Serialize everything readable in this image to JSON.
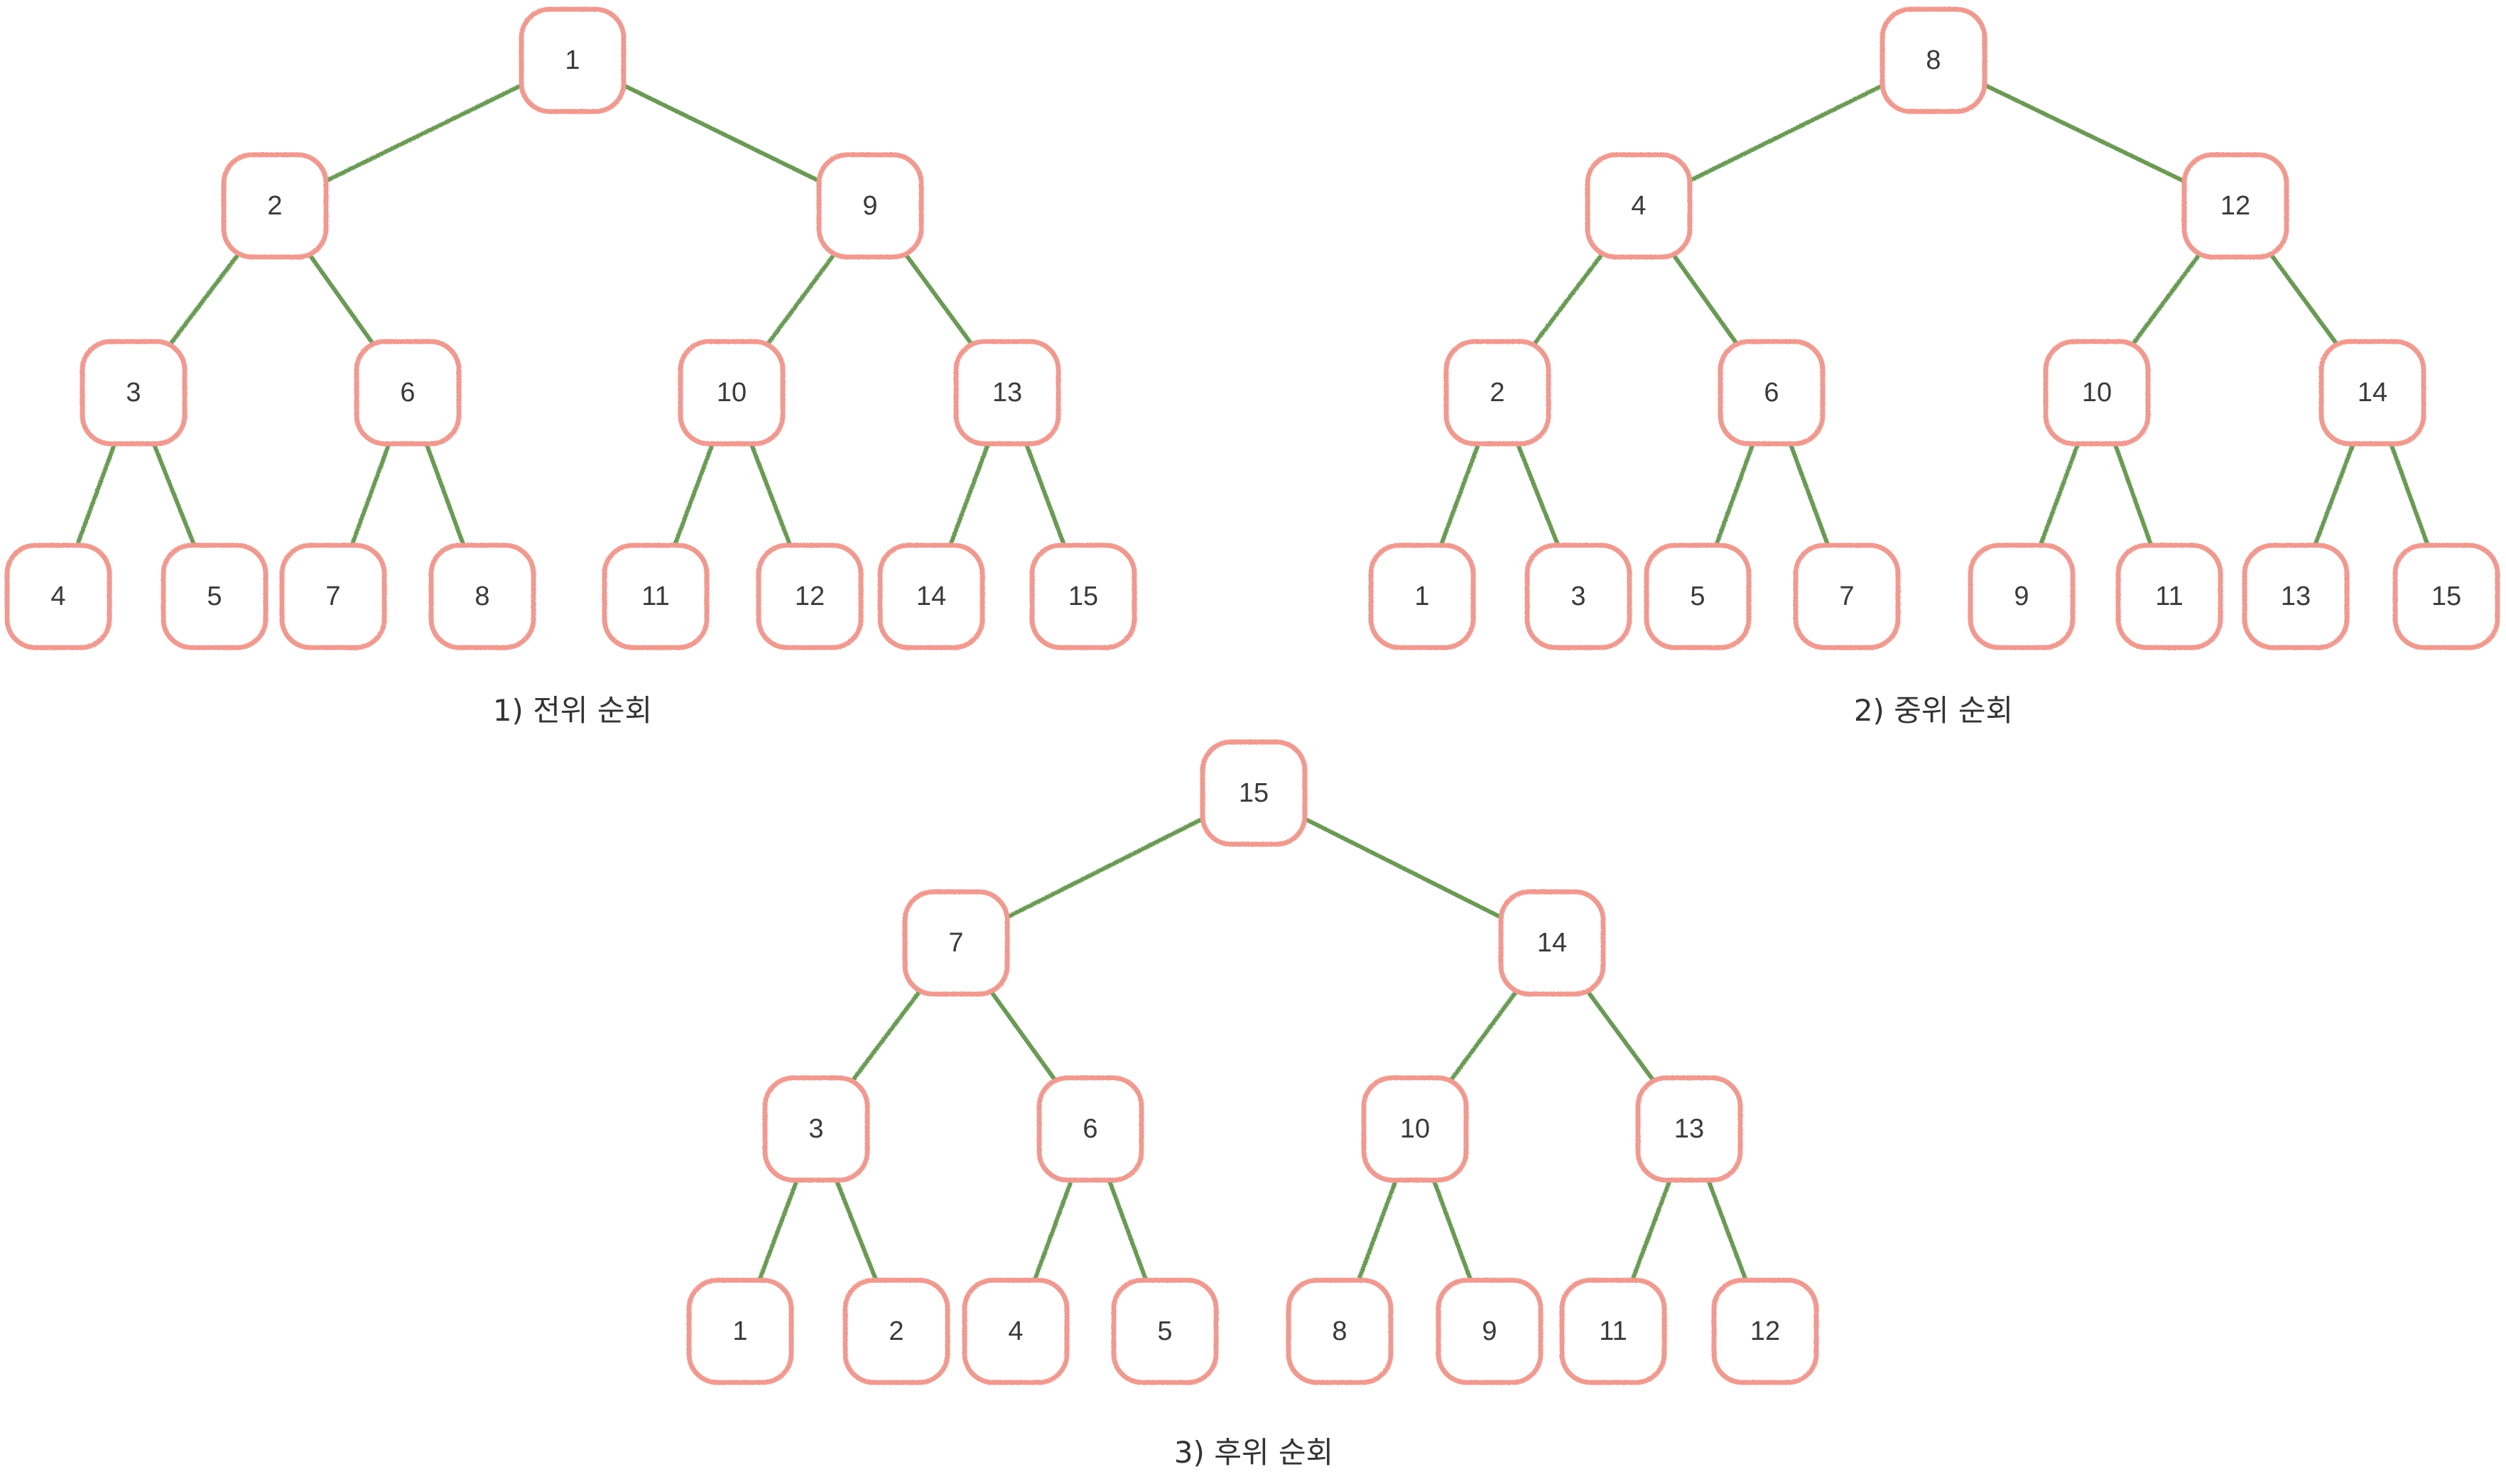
{
  "colors": {
    "edge": "#6b9a55",
    "node_border": "#ef9a90",
    "node_fill": "#ffffff",
    "text": "#3a3a3a",
    "background": "#ffffff"
  },
  "trees": [
    {
      "caption": "1) 전위 순회",
      "levels": [
        [
          "1"
        ],
        [
          "2",
          "9"
        ],
        [
          "3",
          "6",
          "10",
          "13"
        ],
        [
          "4",
          "5",
          "7",
          "8",
          "11",
          "12",
          "14",
          "15"
        ]
      ]
    },
    {
      "caption": "2) 중위 순회",
      "levels": [
        [
          "8"
        ],
        [
          "4",
          "12"
        ],
        [
          "2",
          "6",
          "10",
          "14"
        ],
        [
          "1",
          "3",
          "5",
          "7",
          "9",
          "11",
          "13",
          "15"
        ]
      ]
    },
    {
      "caption": "3) 후위 순회",
      "levels": [
        [
          "15"
        ],
        [
          "7",
          "14"
        ],
        [
          "3",
          "6",
          "10",
          "13"
        ],
        [
          "1",
          "2",
          "4",
          "5",
          "8",
          "9",
          "11",
          "12"
        ]
      ]
    }
  ]
}
